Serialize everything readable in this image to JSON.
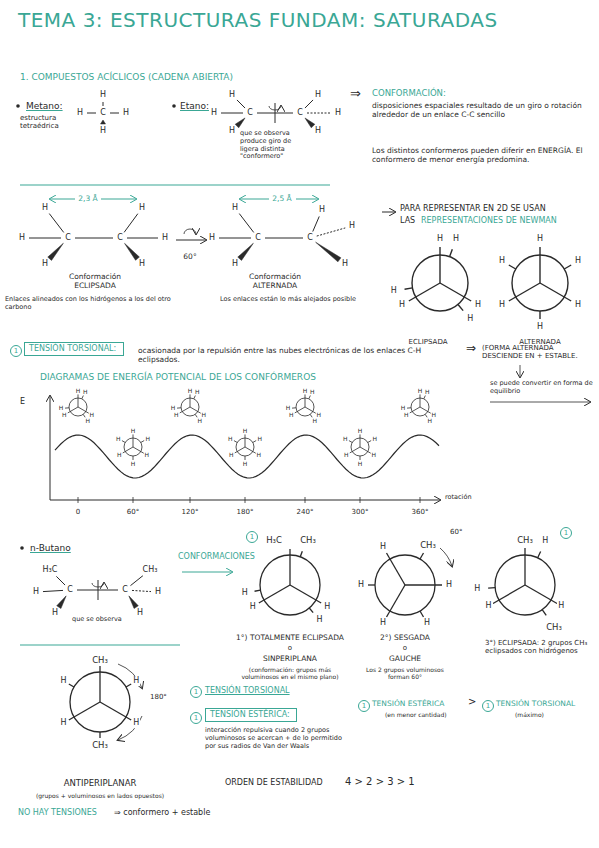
{
  "diagram": {
    "title": "TEMA 3: ESTRUCTURAS FUNDAM: SATURADAS",
    "nodes": [
      {
        "text": [
          "TENSIÓN TORSIONAL:"
        ]
      },
      {
        "text": [
          "TENSIÓN ESTÉRICA:"
        ]
      }
    ],
    "labels": [
      "1. COMPUESTOS ACÍCLICOS (CADENA ABIERTA)",
      "Metano:",
      "estructura tetraédrica",
      "H",
      "H",
      "C",
      "H",
      "H",
      "Etano:",
      "H",
      "H",
      "H",
      "C",
      "C",
      "H",
      "H",
      "H",
      "que se observa produce giro de ligera distinta \"conformero\"",
      "⇒",
      "CONFORMACIÓN:",
      "disposiciones espaciales resultado de un giro o rotación alrededor de un enlace C-C sencillo",
      "Los distintos conformeros pueden diferir en ENERGÍA. El conformero de menor energía predomina.",
      "2,3 Å",
      "H",
      "H",
      "H",
      "C",
      "C",
      "H",
      "H",
      "H",
      "60°",
      "2,5 Å",
      "H",
      "H",
      "H",
      "C",
      "C",
      "H",
      "H",
      "H",
      "Conformación ECLIPSADA",
      "Enlaces alineados con los hidrógenos a los del otro carbono",
      "Conformación ALTERNADA",
      "Los enlaces están lo más alejados posible",
      "PARA REPRESENTAR EN 2D SE USAN",
      "LAS",
      "REPRESENTACIONES DE NEWMAN",
      "H",
      "H",
      "H",
      "H",
      "H",
      "H",
      "H",
      "H",
      "H",
      "H",
      "H",
      "H",
      "ECLIPSADA",
      "ALTERNADA",
      "1",
      "ocasionada por la repulsión entre las nubes electrónicas de los enlaces C-H eclipsados.",
      "⇒",
      "(FORMA ALTERNADA DESCIENDE EN + ESTABLE.",
      "se puede convertir en forma de equilibrio",
      "DIAGRAMAS DE ENERGÍA POTENCIAL DE LOS CONFÓRMEROS",
      "E",
      "H",
      "H",
      "H",
      "H",
      "H",
      "H",
      "H",
      "H",
      "H",
      "H",
      "H",
      "H",
      "H",
      "H",
      "H",
      "H",
      "H",
      "H",
      "H",
      "H",
      "H",
      "H",
      "H",
      "H",
      "H",
      "H",
      "H",
      "H",
      "H",
      "H",
      "H",
      "H",
      "H",
      "H",
      "H",
      "H",
      "H",
      "H",
      "H",
      "H",
      "H",
      "H",
      "0",
      "60°",
      "120°",
      "180°",
      "240°",
      "300°",
      "360°",
      "rotación",
      "n-Butano",
      "H₃C",
      "H",
      "H",
      "C",
      "C",
      "CH₃",
      "H",
      "H",
      "que se observa",
      "CONFORMACIONES",
      "1",
      "H₃C",
      "CH₃",
      "H",
      "H",
      "H",
      "H",
      "1°) TOTALMENTE ECLIPSADA",
      "o",
      "SINPERIPLANA",
      "(conformación: grupos más voluminosos en el mismo plano)",
      "CH₃",
      "60°",
      "H",
      "H",
      "H",
      "H",
      "H",
      "2°) SESGADA",
      "o",
      "GAUCHE",
      "Los 2 grupos voluminosos forman 60°",
      "CH₃",
      "1",
      "CH₃",
      "H",
      "H",
      "H",
      "H",
      "3°) ECLIPSADA: 2 grupos CH₃ eclipsados con hidrógenos",
      "CH₃",
      "CH₃",
      "180°",
      "H",
      "H",
      "H",
      "H",
      "ANTIPERIPLANAR",
      "(grupos + voluminosos en lados opuestos)",
      "NO HAY TENSIONES",
      "⇒ conformero + estable",
      "1",
      "TENSIÓN TORSIONAL",
      "1",
      "interacción repulsiva cuando 2 grupos voluminosos se acercan + de lo permitido por sus radios de Van der Waals",
      "1",
      "TENSIÓN ESTÉRICA",
      "(en menor cantidad)",
      ">",
      "1",
      "TENSIÓN TORSIONAL",
      "(máximo)",
      "ORDEN DE ESTABILIDAD",
      "4 > 2 > 3 > 1"
    ]
  }
}
